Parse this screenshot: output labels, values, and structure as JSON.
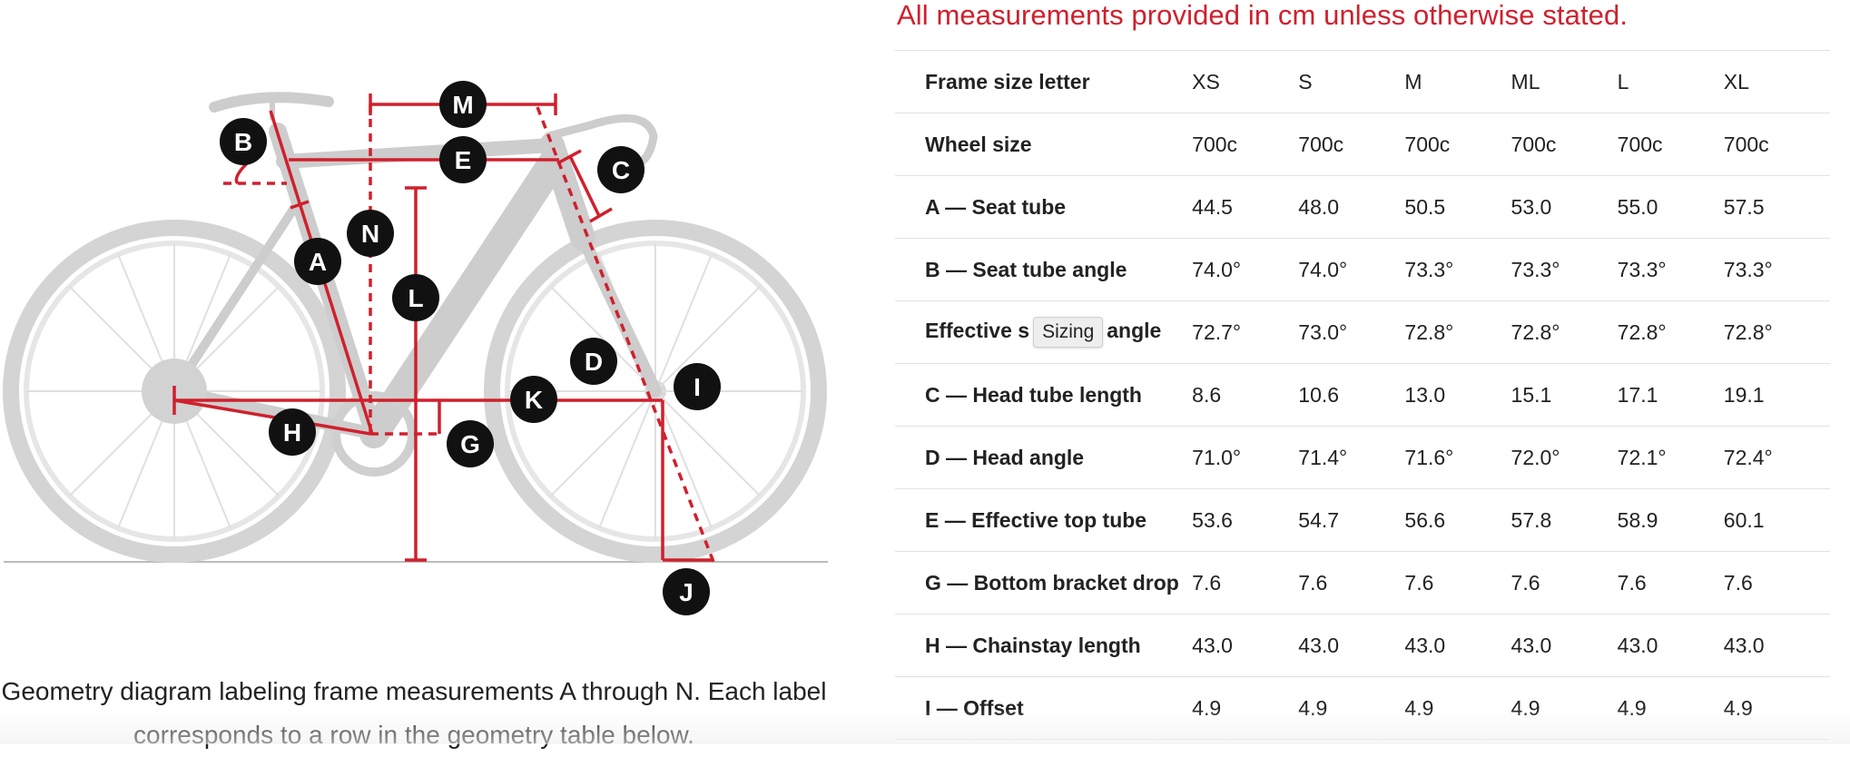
{
  "notice": "All measurements provided in cm unless otherwise stated.",
  "caption": "Geometry diagram labeling frame measurements A through N. Each label corresponds to a row in the geometry table below.",
  "tooltip": "Sizing",
  "labels": [
    "A",
    "B",
    "C",
    "D",
    "E",
    "G",
    "H",
    "I",
    "J",
    "K",
    "L",
    "M",
    "N"
  ],
  "colors": {
    "accent": "#d0202d",
    "frame": "#cccccc",
    "label_bg": "#111111"
  },
  "table": {
    "header": {
      "label": "Frame size letter",
      "values": [
        "XS",
        "S",
        "M",
        "ML",
        "L",
        "XL"
      ]
    },
    "rows": [
      {
        "label": "Wheel size",
        "values": [
          "700c",
          "700c",
          "700c",
          "700c",
          "700c",
          "700c"
        ]
      },
      {
        "label": "A — Seat tube",
        "values": [
          "44.5",
          "48.0",
          "50.5",
          "53.0",
          "55.0",
          "57.5"
        ]
      },
      {
        "label": "B — Seat tube angle",
        "values": [
          "74.0°",
          "74.0°",
          "73.3°",
          "73.3°",
          "73.3°",
          "73.3°"
        ]
      },
      {
        "label_start": "Effective s",
        "label_end": "angle",
        "values": [
          "72.7°",
          "73.0°",
          "72.8°",
          "72.8°",
          "72.8°",
          "72.8°"
        ]
      },
      {
        "label": "C — Head tube length",
        "values": [
          "8.6",
          "10.6",
          "13.0",
          "15.1",
          "17.1",
          "19.1"
        ]
      },
      {
        "label": "D — Head angle",
        "values": [
          "71.0°",
          "71.4°",
          "71.6°",
          "72.0°",
          "72.1°",
          "72.4°"
        ]
      },
      {
        "label": "E — Effective top tube",
        "values": [
          "53.6",
          "54.7",
          "56.6",
          "57.8",
          "58.9",
          "60.1"
        ]
      },
      {
        "label": "G — Bottom bracket drop",
        "values": [
          "7.6",
          "7.6",
          "7.6",
          "7.6",
          "7.6",
          "7.6"
        ]
      },
      {
        "label": "H — Chainstay length",
        "values": [
          "43.0",
          "43.0",
          "43.0",
          "43.0",
          "43.0",
          "43.0"
        ]
      },
      {
        "label": "I — Offset",
        "values": [
          "4.9",
          "4.9",
          "4.9",
          "4.9",
          "4.9",
          "4.9"
        ]
      }
    ]
  }
}
